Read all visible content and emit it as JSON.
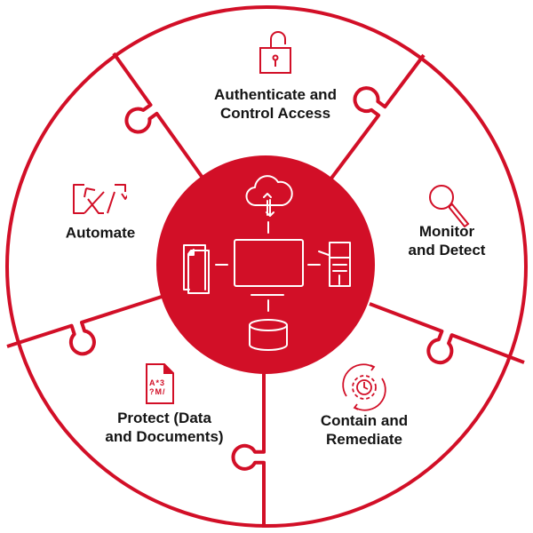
{
  "colors": {
    "accent": "#d20f27",
    "text": "#141414",
    "icon_on_accent": "#ffffff"
  },
  "segments": [
    {
      "id": "authenticate",
      "line1": "Authenticate and",
      "line2": "Control Access",
      "icon": "padlock-open-icon"
    },
    {
      "id": "monitor",
      "line1": "Monitor",
      "line2": "and Detect",
      "icon": "magnifier-icon"
    },
    {
      "id": "contain",
      "line1": "Contain and",
      "line2": "Remediate",
      "icon": "gear-cycle-icon"
    },
    {
      "id": "protect",
      "line1": "Protect (Data",
      "line2": "and Documents)",
      "icon": "encrypted-document-icon"
    },
    {
      "id": "automate",
      "line1": "Automate",
      "icon": "automation-arrows-icon"
    }
  ],
  "hub": {
    "icons": [
      "cloud-sync-icon",
      "documents-icon",
      "monitor-icon",
      "printer-icon",
      "database-icon"
    ]
  },
  "encrypted_doc_text": {
    "row1": "A*3",
    "row2": "?M/"
  }
}
